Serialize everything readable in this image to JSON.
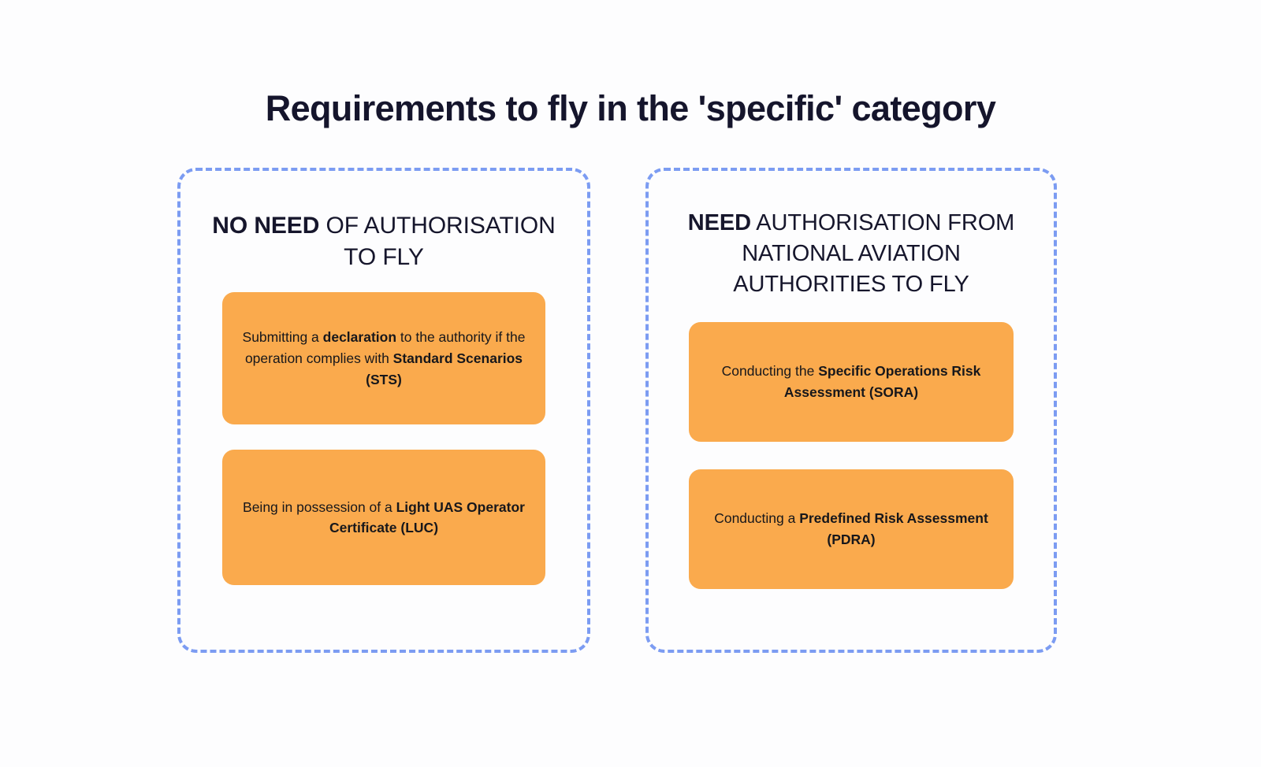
{
  "page": {
    "title": "Requirements to fly in the 'specific' category",
    "background_color": "#FDFDFE",
    "title_color": "#15152C",
    "panel_border_color": "#7C9CF2",
    "card_color": "#FAAA4D",
    "card_text_color": "#17171B"
  },
  "panels": [
    {
      "id": "no-authorisation",
      "heading_strong": "NO NEED",
      "heading_rest": " OF AUTHORISATION TO FLY",
      "heading_full": "NO NEED OF AUTHORISATION TO FLY",
      "cards": [
        {
          "id": "declaration-sts",
          "parts": [
            {
              "text": "Submitting a ",
              "bold": false
            },
            {
              "text": "declaration",
              "bold": true
            },
            {
              "text": " to the authority if the operation complies with ",
              "bold": false
            },
            {
              "text": "Standard Scenarios (STS)",
              "bold": true
            }
          ],
          "plain": "Submitting a declaration to the authority if the operation complies with Standard Scenarios (STS)"
        },
        {
          "id": "luc",
          "parts": [
            {
              "text": "Being in possession of a ",
              "bold": false
            },
            {
              "text": "Light UAS Operator Certificate (LUC)",
              "bold": true
            }
          ],
          "plain": "Being in possession of a Light UAS Operator Certificate (LUC)"
        }
      ]
    },
    {
      "id": "authorisation-required",
      "heading_strong": "NEED",
      "heading_rest": " AUTHORISATION FROM NATIONAL AVIATION AUTHORITIES TO FLY",
      "heading_full": "NEED AUTHORISATION FROM NATIONAL AVIATION AUTHORITIES TO FLY",
      "cards": [
        {
          "id": "sora",
          "parts": [
            {
              "text": "Conducting the ",
              "bold": false
            },
            {
              "text": "Specific Operations Risk Assessment (SORA)",
              "bold": true
            }
          ],
          "plain": "Conducting the Specific Operations Risk Assessment (SORA)"
        },
        {
          "id": "pdra",
          "parts": [
            {
              "text": "Conducting a ",
              "bold": false
            },
            {
              "text": "Predefined Risk Assessment (PDRA)",
              "bold": true
            }
          ],
          "plain": "Conducting a Predefined Risk Assessment (PDRA)"
        }
      ]
    }
  ]
}
